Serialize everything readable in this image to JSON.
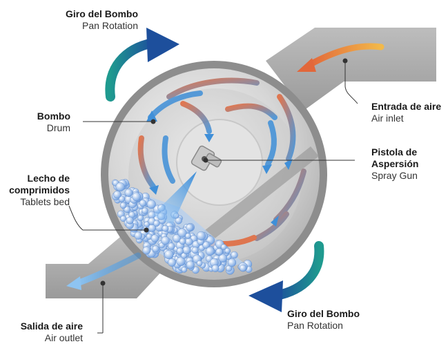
{
  "labels": {
    "pan_rotation_top": {
      "es": "Giro del Bombo",
      "en": "Pan Rotation"
    },
    "drum": {
      "es": "Bombo",
      "en": "Drum"
    },
    "tablets_bed": {
      "es_line1": "Lecho de",
      "es_line2": "comprimidos",
      "en": "Tablets bed"
    },
    "air_outlet": {
      "es": "Salida de aire",
      "en": "Air outlet"
    },
    "air_inlet": {
      "es": "Entrada de aire",
      "en": "Air inlet"
    },
    "spray_gun": {
      "es_line1": "Pistola de",
      "es_line2": "Aspersión",
      "en": "Spray Gun"
    },
    "pan_rotation_bottom": {
      "es": "Giro del Bombo",
      "en": "Pan Rotation"
    }
  },
  "colors": {
    "rotation_arrow_start": "#1f9a8f",
    "rotation_arrow_end": "#1d4f9c",
    "hot_air": "#e2673a",
    "hot_air_light": "#f2a33a",
    "cool_air": "#3f8fd8",
    "duct": "#a9a9a9",
    "drum_rim": "#8d8d8d",
    "tablets": "#6f9fe0"
  }
}
